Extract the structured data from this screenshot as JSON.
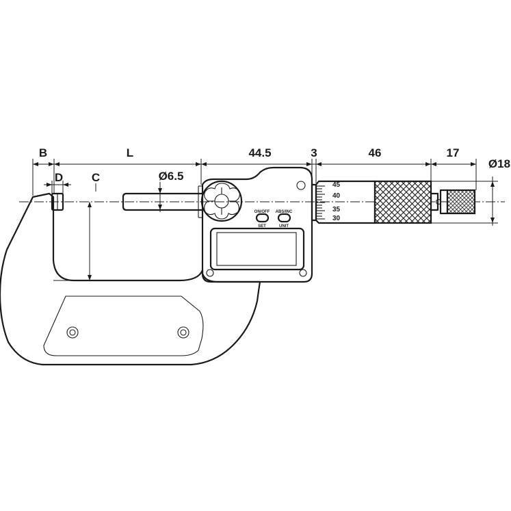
{
  "dimensions": {
    "B": "B",
    "L": "L",
    "D": "D",
    "C": "C",
    "spindle_diameter": "Ø6.5",
    "body_width": "44.5",
    "gap": "3",
    "thimble_length": "46",
    "ratchet_length": "17",
    "thimble_diameter": "Ø18"
  },
  "buttons": {
    "power_top": "ON/OFF",
    "power_bottom": "SET",
    "mode_top": "ABS/INC",
    "mode_bottom": "UNIT"
  },
  "scale": {
    "marks": [
      "45",
      "40",
      "35",
      "30"
    ]
  },
  "colors": {
    "line": "#1a1a1a",
    "background": "#ffffff"
  }
}
